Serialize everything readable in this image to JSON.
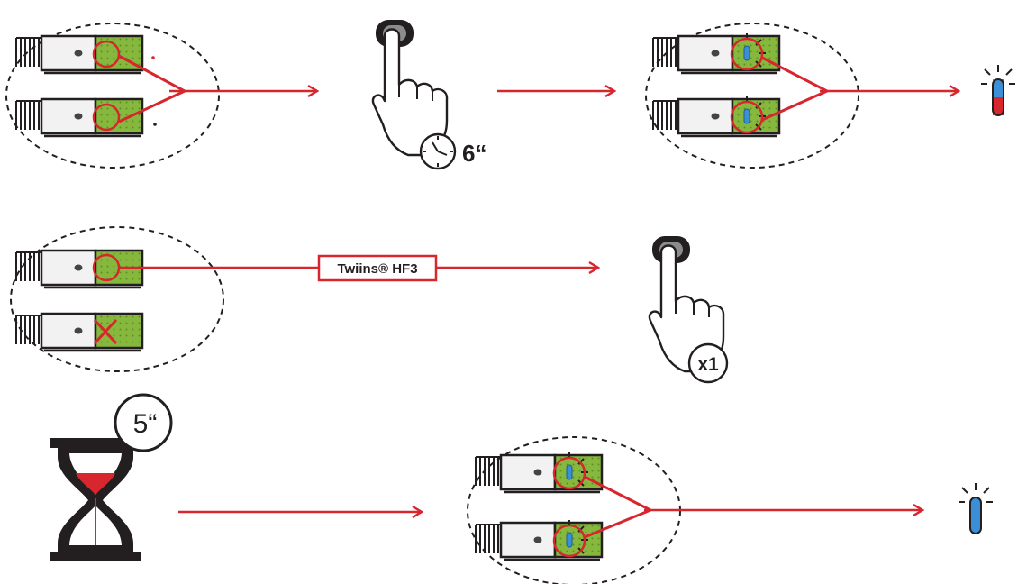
{
  "colors": {
    "accent_red": "#d7262e",
    "device_green": "#7fb23a",
    "device_grey": "#f2f2f2",
    "outline_dark": "#231f20",
    "led_blue": "#3b8fd6",
    "led_red": "#d7262e"
  },
  "steps": {
    "row1": {
      "timer_label": "6“"
    },
    "row2": {
      "product_label": "Twiins® HF3",
      "press_count_label": "x1"
    },
    "row3": {
      "timer_label": "5“"
    }
  },
  "icons": {
    "finger": "finger-press-icon",
    "clock": "clock-icon",
    "hourglass": "hourglass-icon",
    "led_blue_red": "led-blue-red-icon",
    "led_blue": "led-blue-icon"
  }
}
